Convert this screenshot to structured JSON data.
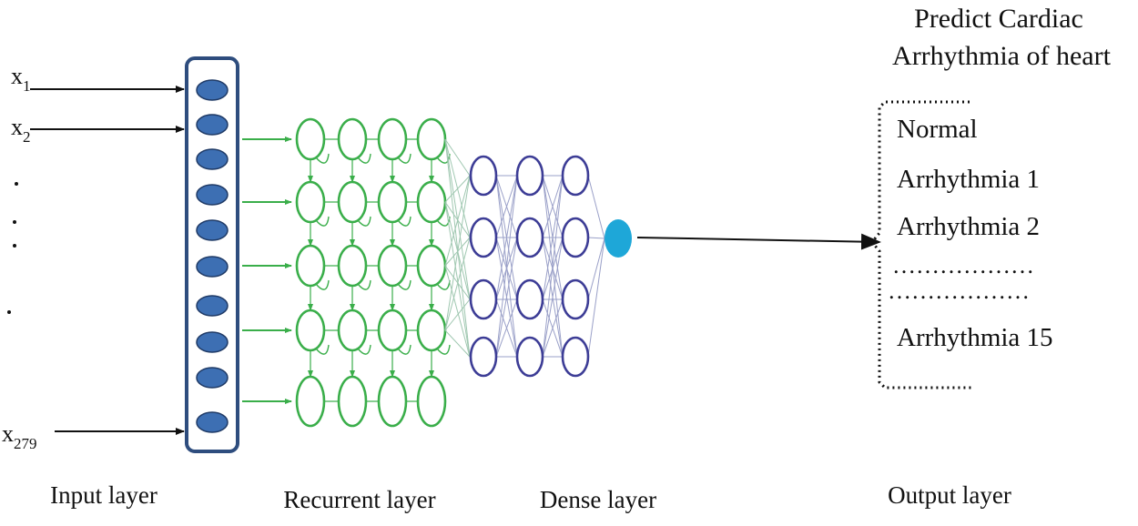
{
  "inputs": {
    "x1": {
      "base": "x",
      "sub": "1"
    },
    "x2": {
      "base": "x",
      "sub": "2"
    },
    "x279": {
      "base": "x",
      "sub": "279"
    }
  },
  "output_title": {
    "line1": "Predict Cardiac",
    "line2": "Arrhythmia of heart"
  },
  "output_items": {
    "normal": "Normal",
    "a1": "Arrhythmia 1",
    "a2": "Arrhythmia 2",
    "dots1": "………………",
    "dots2": "………………",
    "a15": "Arrhythmia 15"
  },
  "layer_labels": {
    "input": "Input layer",
    "recurrent": "Recurrent layer",
    "dense": "Dense layer",
    "output": "Output layer"
  },
  "colors": {
    "input_box": "#2e4d7e",
    "input_node": "#3d6fb3",
    "recurrent": "#3aae4a",
    "dense": "#3d3d96",
    "output_node": "#1ea7d8",
    "arrow": "#111111"
  }
}
